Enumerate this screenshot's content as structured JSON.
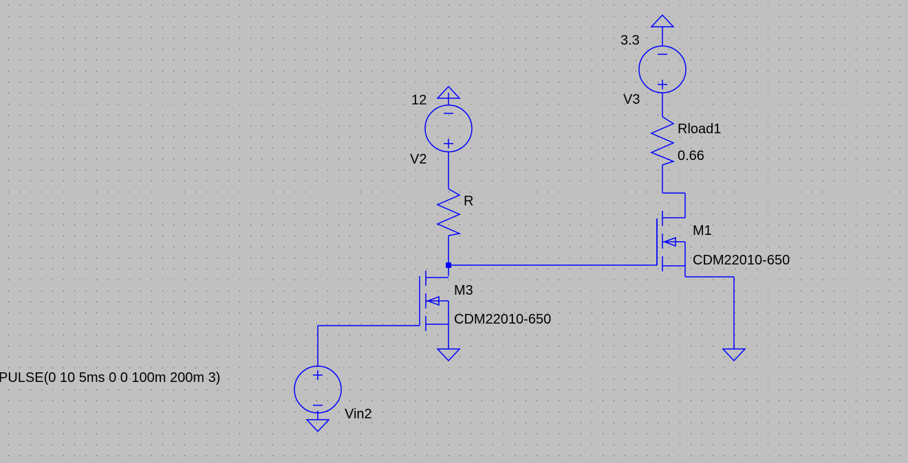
{
  "schematic": {
    "colors": {
      "background": "#c0c0c0",
      "wire": "#0000ff",
      "grid_dot": "#3a3a3a",
      "junction": "#0000ff",
      "text": "#000000"
    },
    "grid": "dotted",
    "sources": {
      "v2": {
        "name": "V2",
        "value": "12"
      },
      "v3": {
        "name": "V3",
        "value": "3.3"
      },
      "vin2": {
        "name": "Vin2",
        "value": "PULSE(0 10 5ms 0 0 100m 200m 3)"
      }
    },
    "resistors": {
      "r": {
        "name": "R"
      },
      "rload1": {
        "name": "Rload1",
        "value": "0.66"
      }
    },
    "transistors": {
      "m3": {
        "name": "M3",
        "model": "CDM22010-650"
      },
      "m1": {
        "name": "M1",
        "model": "CDM22010-650"
      }
    }
  }
}
